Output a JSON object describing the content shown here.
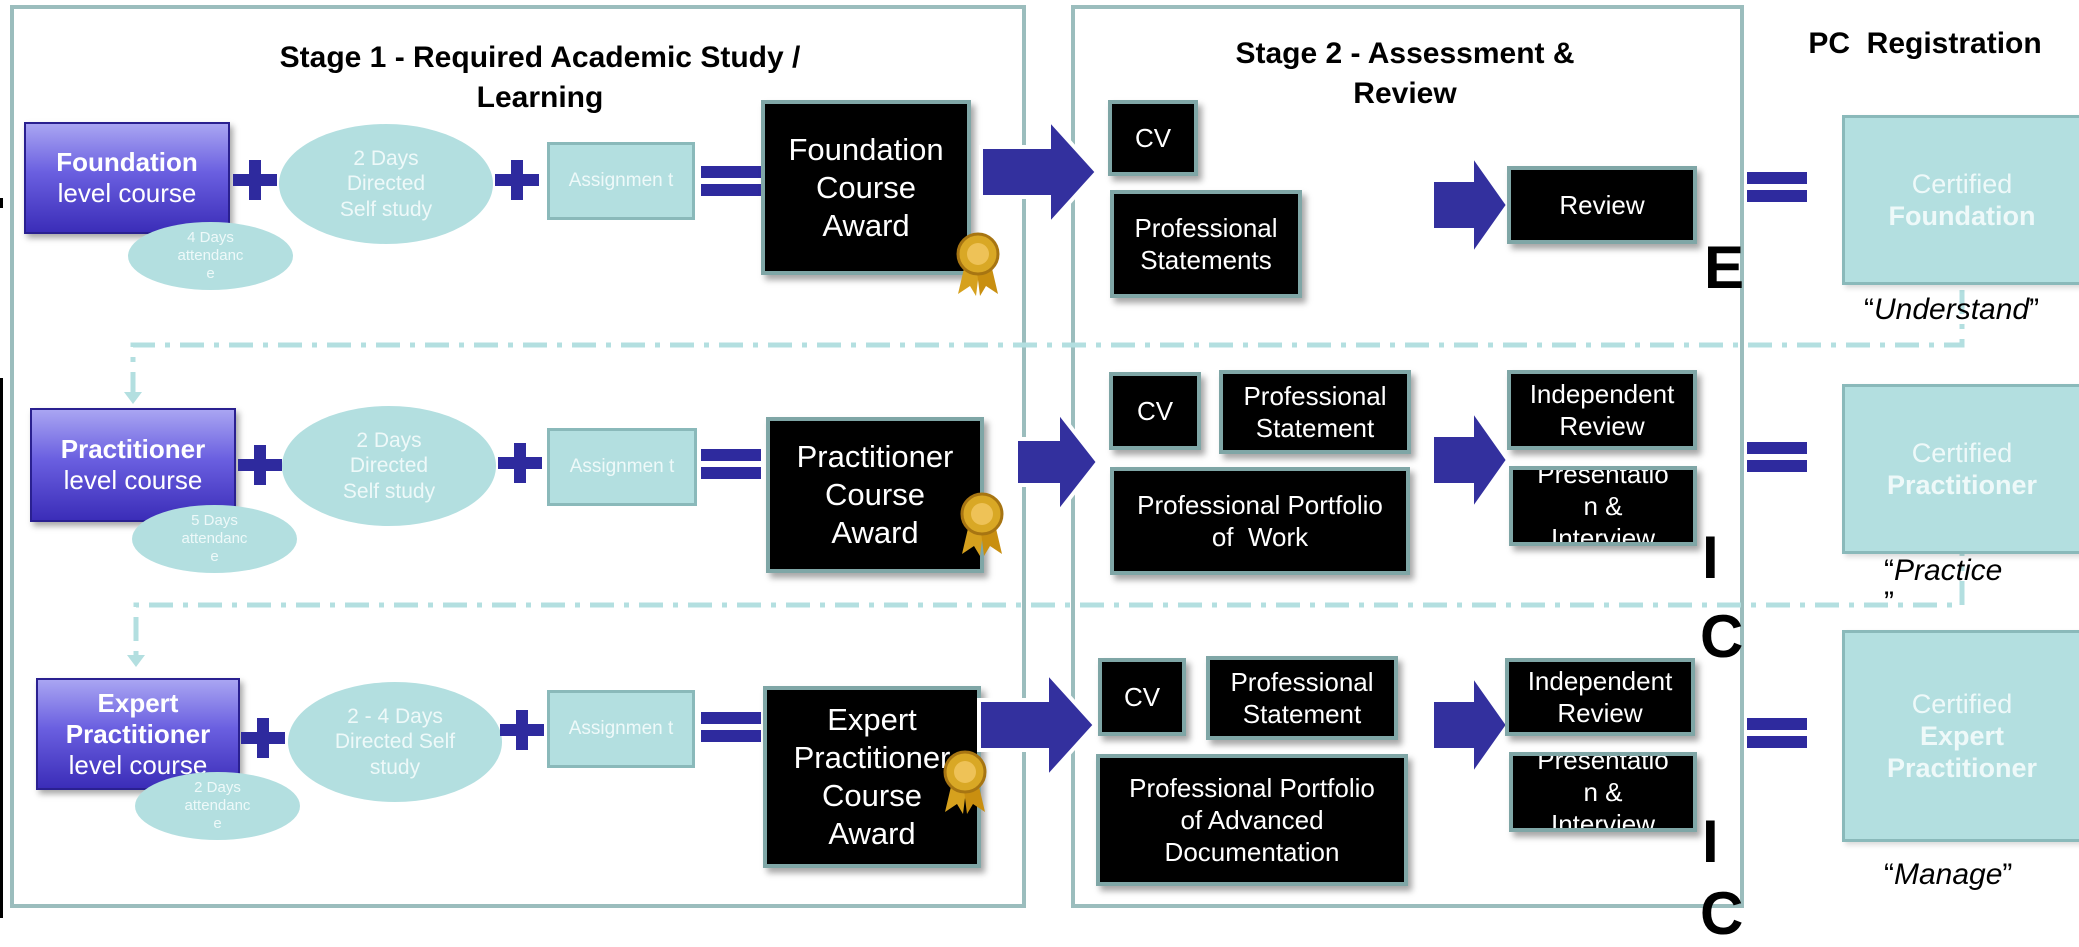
{
  "stage1": {
    "title": "Stage 1 - Required Academic Study / Learning"
  },
  "stage2": {
    "title": "Stage 2 - Assessment & Review"
  },
  "pc_registration": {
    "title": "PC  Registration"
  },
  "rows": [
    {
      "course_bold": "Foundation",
      "course_rest": "level course",
      "attendance": "4 Days attendanc e",
      "self_study": "2 Days Directed Self study",
      "assignment": "Assignmen t",
      "award": "Foundation Course Award",
      "cv": "CV",
      "statements": "Professional Statements",
      "review": "Review",
      "cert_top": "Certified",
      "cert_bold": "Foundation",
      "quote_word": "Understand",
      "letter": "E"
    },
    {
      "course_bold": "Practitioner",
      "course_rest": "level course",
      "attendance": "5 Days attendanc e",
      "self_study": "2 Days Directed Self study",
      "assignment": "Assignmen t",
      "award": "Practitioner Course Award",
      "cv": "CV",
      "statement": "Professional Statement",
      "portfolio": "Professional Portfolio of  Work",
      "independent_review": "Independent Review",
      "presentation": "Presentatio n & Interview",
      "cert_top": "Certified",
      "cert_bold": "Practitioner",
      "quote_word": "Practice",
      "letters": "I C"
    },
    {
      "course_bold": "Expert Practitioner",
      "course_rest": "level course",
      "attendance": "2 Days attendanc e",
      "self_study": "2 - 4 Days Directed Self study",
      "assignment": "Assignmen t",
      "award": "Expert Practitioner Course Award",
      "cv": "CV",
      "statement": "Professional Statement",
      "portfolio": "Professional Portfolio of Advanced Documentation",
      "independent_review": "Independent Review",
      "presentation": "Presentatio n & Interview",
      "cert_top": "Certified",
      "cert_bold": "Expert Practitioner",
      "quote_word": "Manage",
      "letters": "I C"
    }
  ],
  "symbols": {
    "open_quote": "“",
    "close_quote": "”"
  },
  "colors": {
    "stage_border": "#9bbdbd",
    "pale_teal": "#b3dfe0",
    "navy": "#2e2a9e",
    "course_purple": "#5a4fd8"
  },
  "icons": [
    "plus-icon",
    "equals-icon",
    "arrow-right-icon",
    "award-ribbon-icon"
  ]
}
